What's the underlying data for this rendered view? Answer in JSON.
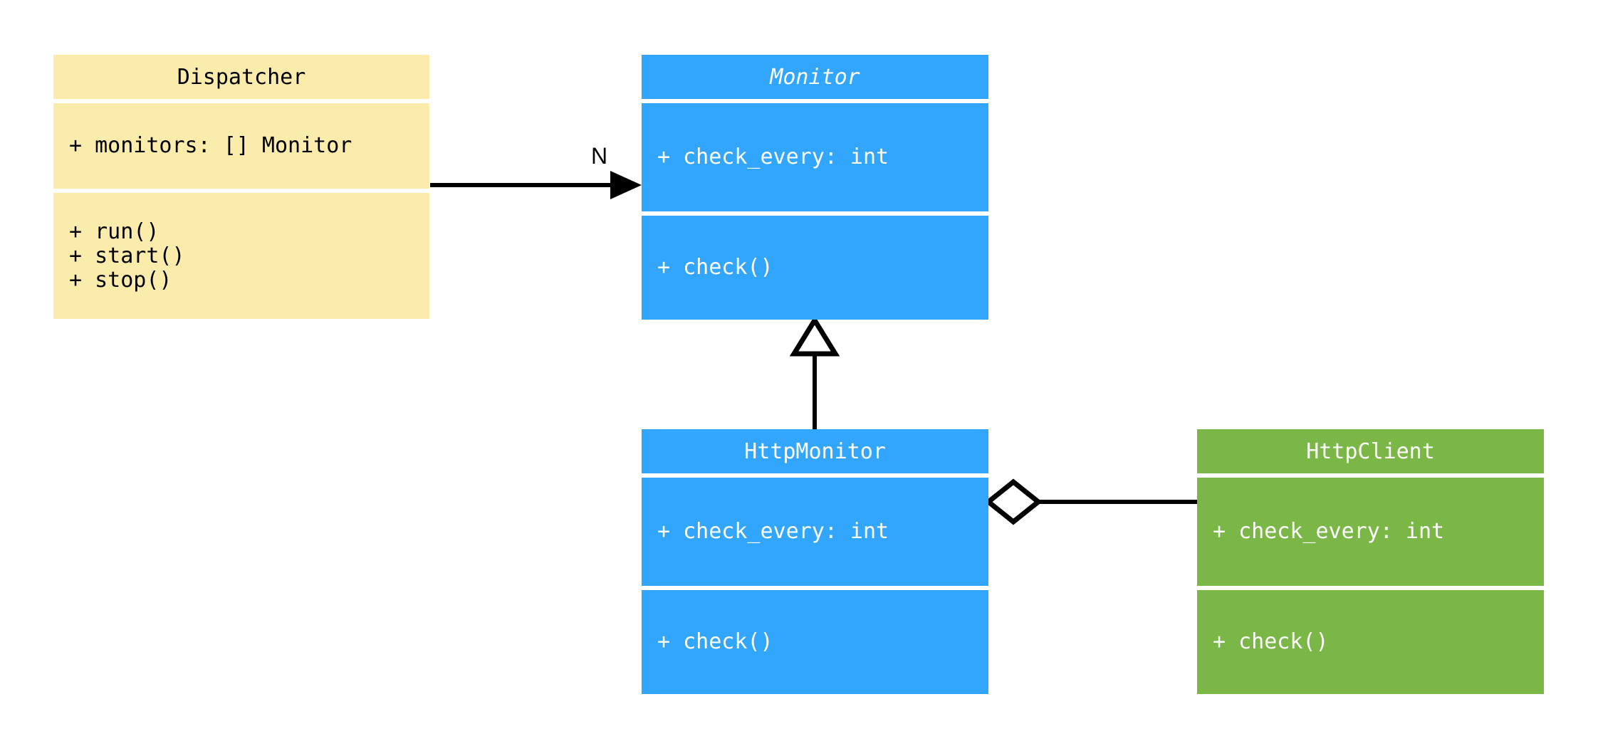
{
  "diagram": {
    "type": "uml-class-diagram",
    "background": "#ffffff",
    "palette": {
      "dispatcher_fill": "#fcecab",
      "monitor_fill": "#32a6fc",
      "httpmonitor_fill": "#32a6fc",
      "httpclient_fill": "#7bb747",
      "line": "#000000",
      "dispatcher_text": "#000000",
      "class_text_light": "#ffffff"
    },
    "classes": [
      {
        "id": "dispatcher",
        "name": "Dispatcher",
        "abstract": false,
        "fill": "#fcecab",
        "attributes": [
          "+ monitors: [] Monitor"
        ],
        "methods": [
          "+ run()",
          "+ start()",
          "+ stop()"
        ]
      },
      {
        "id": "monitor",
        "name": "Monitor",
        "abstract": true,
        "fill": "#32a6fc",
        "attributes": [
          "+ check_every: int"
        ],
        "methods": [
          "+ check()"
        ]
      },
      {
        "id": "httpmonitor",
        "name": "HttpMonitor",
        "abstract": false,
        "fill": "#32a6fc",
        "attributes": [
          "+ check_every: int"
        ],
        "methods": [
          "+ check()"
        ]
      },
      {
        "id": "httpclient",
        "name": "HttpClient",
        "abstract": false,
        "fill": "#7bb747",
        "attributes": [
          "+ check_every: int"
        ],
        "methods": [
          "+ check()"
        ]
      }
    ],
    "relationships": [
      {
        "id": "dispatcher-monitor",
        "kind": "association",
        "from": "Dispatcher",
        "to": "Monitor",
        "label": "N",
        "arrowhead": "filled-arrow"
      },
      {
        "id": "httpmonitor-monitor",
        "kind": "generalization",
        "from": "HttpMonitor",
        "to": "Monitor",
        "label": "",
        "arrowhead": "hollow-triangle"
      },
      {
        "id": "httpmonitor-httpclient",
        "kind": "aggregation",
        "from": "HttpMonitor",
        "to": "HttpClient",
        "label": "",
        "arrowhead": "hollow-diamond"
      }
    ]
  }
}
